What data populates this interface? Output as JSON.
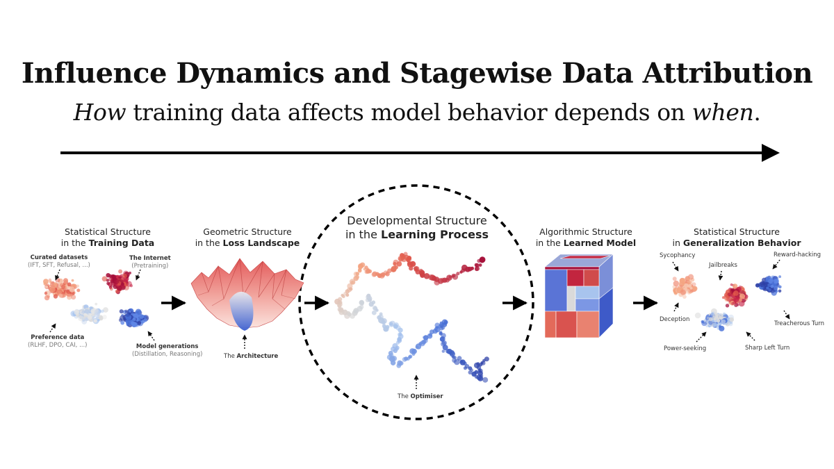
{
  "title": "Influence Dynamics and Stagewise Data Attribution",
  "subtitle": {
    "how": "How",
    "middle": " training data affects model behavior depends on ",
    "when": "when",
    "end": "."
  },
  "stages": [
    {
      "line1": "Statistical Structure",
      "line2_prefix": "in the ",
      "line2_bold": "Training Data"
    },
    {
      "line1": "Geometric Structure",
      "line2_prefix": "in the ",
      "line2_bold": "Loss Landscape"
    },
    {
      "line1": "Developmental Structure",
      "line2_prefix": "in the ",
      "line2_bold": "Learning Process"
    },
    {
      "line1": "Algorithmic Structure",
      "line2_prefix": "in the ",
      "line2_bold": "Learned Model"
    },
    {
      "line1": "Statistical Structure",
      "line2_prefix": "in ",
      "line2_bold": "Generalization Behavior"
    }
  ],
  "training_data_annotations": {
    "curated": {
      "label": "Curated datasets",
      "sub": "(IFT, SFT, Refusal, ...)"
    },
    "internet": {
      "label": "The Internet",
      "sub": "(Pretraining)"
    },
    "preference": {
      "label": "Preference data",
      "sub": "(RLHF, DPO, CAI, ...)"
    },
    "generations": {
      "label": "Model generations",
      "sub": "(Distillation, Reasoning)"
    }
  },
  "landscape_annotation": {
    "prefix": "The ",
    "bold": "Architecture"
  },
  "process_annotation": {
    "prefix": "The ",
    "bold": "Optimiser"
  },
  "behavior_annotations": {
    "sycophancy": "Sycophancy",
    "jailbreaks": "Jailbreaks",
    "reward_hacking": "Reward-hacking",
    "deception": "Deception",
    "treacherous": "Treacherous Turn",
    "power": "Power-seeking",
    "sharp": "Sharp Left Turn"
  },
  "colors": {
    "red_dark": "#a50f3a",
    "red": "#e0574a",
    "salmon": "#f4a582",
    "grey": "#dcdcdc",
    "blue_light": "#a8c4ee",
    "blue": "#4a72d8",
    "blue_dark": "#2c3fa6"
  }
}
